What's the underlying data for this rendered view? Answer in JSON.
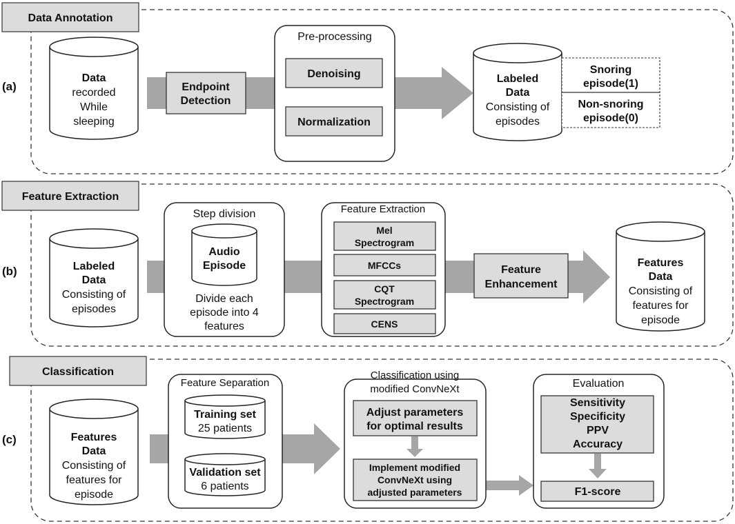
{
  "colors": {
    "box_fill": "#dcdcdc",
    "arrow_fill": "#a6a6a6",
    "stroke": "#333333",
    "background": "#ffffff"
  },
  "sections": {
    "a": {
      "tag": "(a)",
      "title": "Data Annotation",
      "data_cylinder": {
        "title": "Data",
        "lines": [
          "recorded",
          "While",
          "sleeping"
        ]
      },
      "endpoint": [
        "Endpoint",
        "Detection"
      ],
      "preprocessing": {
        "title": "Pre-processing",
        "items": [
          "Denoising",
          "Normalization"
        ]
      },
      "labeled": {
        "lines_bold": [
          "Labeled",
          "Data"
        ],
        "lines": [
          "Consisting of",
          "episodes"
        ]
      },
      "labels": {
        "snoring": [
          "Snoring",
          "episode(1)"
        ],
        "non_snoring": [
          "Non-snoring",
          "episode(0)"
        ]
      }
    },
    "b": {
      "tag": "(b)",
      "title": "Feature Extraction",
      "labeled": {
        "lines_bold": [
          "Labeled",
          "Data"
        ],
        "lines": [
          "Consisting of",
          "episodes"
        ]
      },
      "step_division": {
        "title": "Step division",
        "cyl": [
          "Audio",
          "Episode"
        ],
        "desc": [
          "Divide each",
          "episode into 4",
          "features"
        ]
      },
      "feature_extraction": {
        "title": "Feature Extraction",
        "items": [
          [
            "Mel",
            "Spectrogram"
          ],
          [
            "MFCCs"
          ],
          [
            "CQT",
            "Spectrogram"
          ],
          [
            "CENS"
          ]
        ]
      },
      "enhancement": [
        "Feature",
        "Enhancement"
      ],
      "features": {
        "lines_bold": [
          "Features",
          "Data"
        ],
        "lines": [
          "Consisting of",
          "features for",
          "episode"
        ]
      }
    },
    "c": {
      "tag": "(c)",
      "title": "Classification",
      "features": {
        "lines_bold": [
          "Features",
          "Data"
        ],
        "lines": [
          "Consisting of",
          "features for",
          "episode"
        ]
      },
      "separation": {
        "title": "Feature Separation",
        "training": {
          "name": "Training set",
          "count": "25 patients"
        },
        "validation": {
          "name": "Validation set",
          "count": "6 patients"
        }
      },
      "classification": {
        "title": [
          "Classification using",
          "modified ConvNeXt"
        ],
        "adjust": [
          "Adjust parameters",
          "for optimal results"
        ],
        "implement": [
          "Implement modified",
          "ConvNeXt using",
          "adjusted parameters"
        ]
      },
      "evaluation": {
        "title": "Evaluation",
        "metrics": [
          "Sensitivity",
          "Specificity",
          "PPV",
          "Accuracy"
        ],
        "f1": "F1-score"
      }
    }
  }
}
